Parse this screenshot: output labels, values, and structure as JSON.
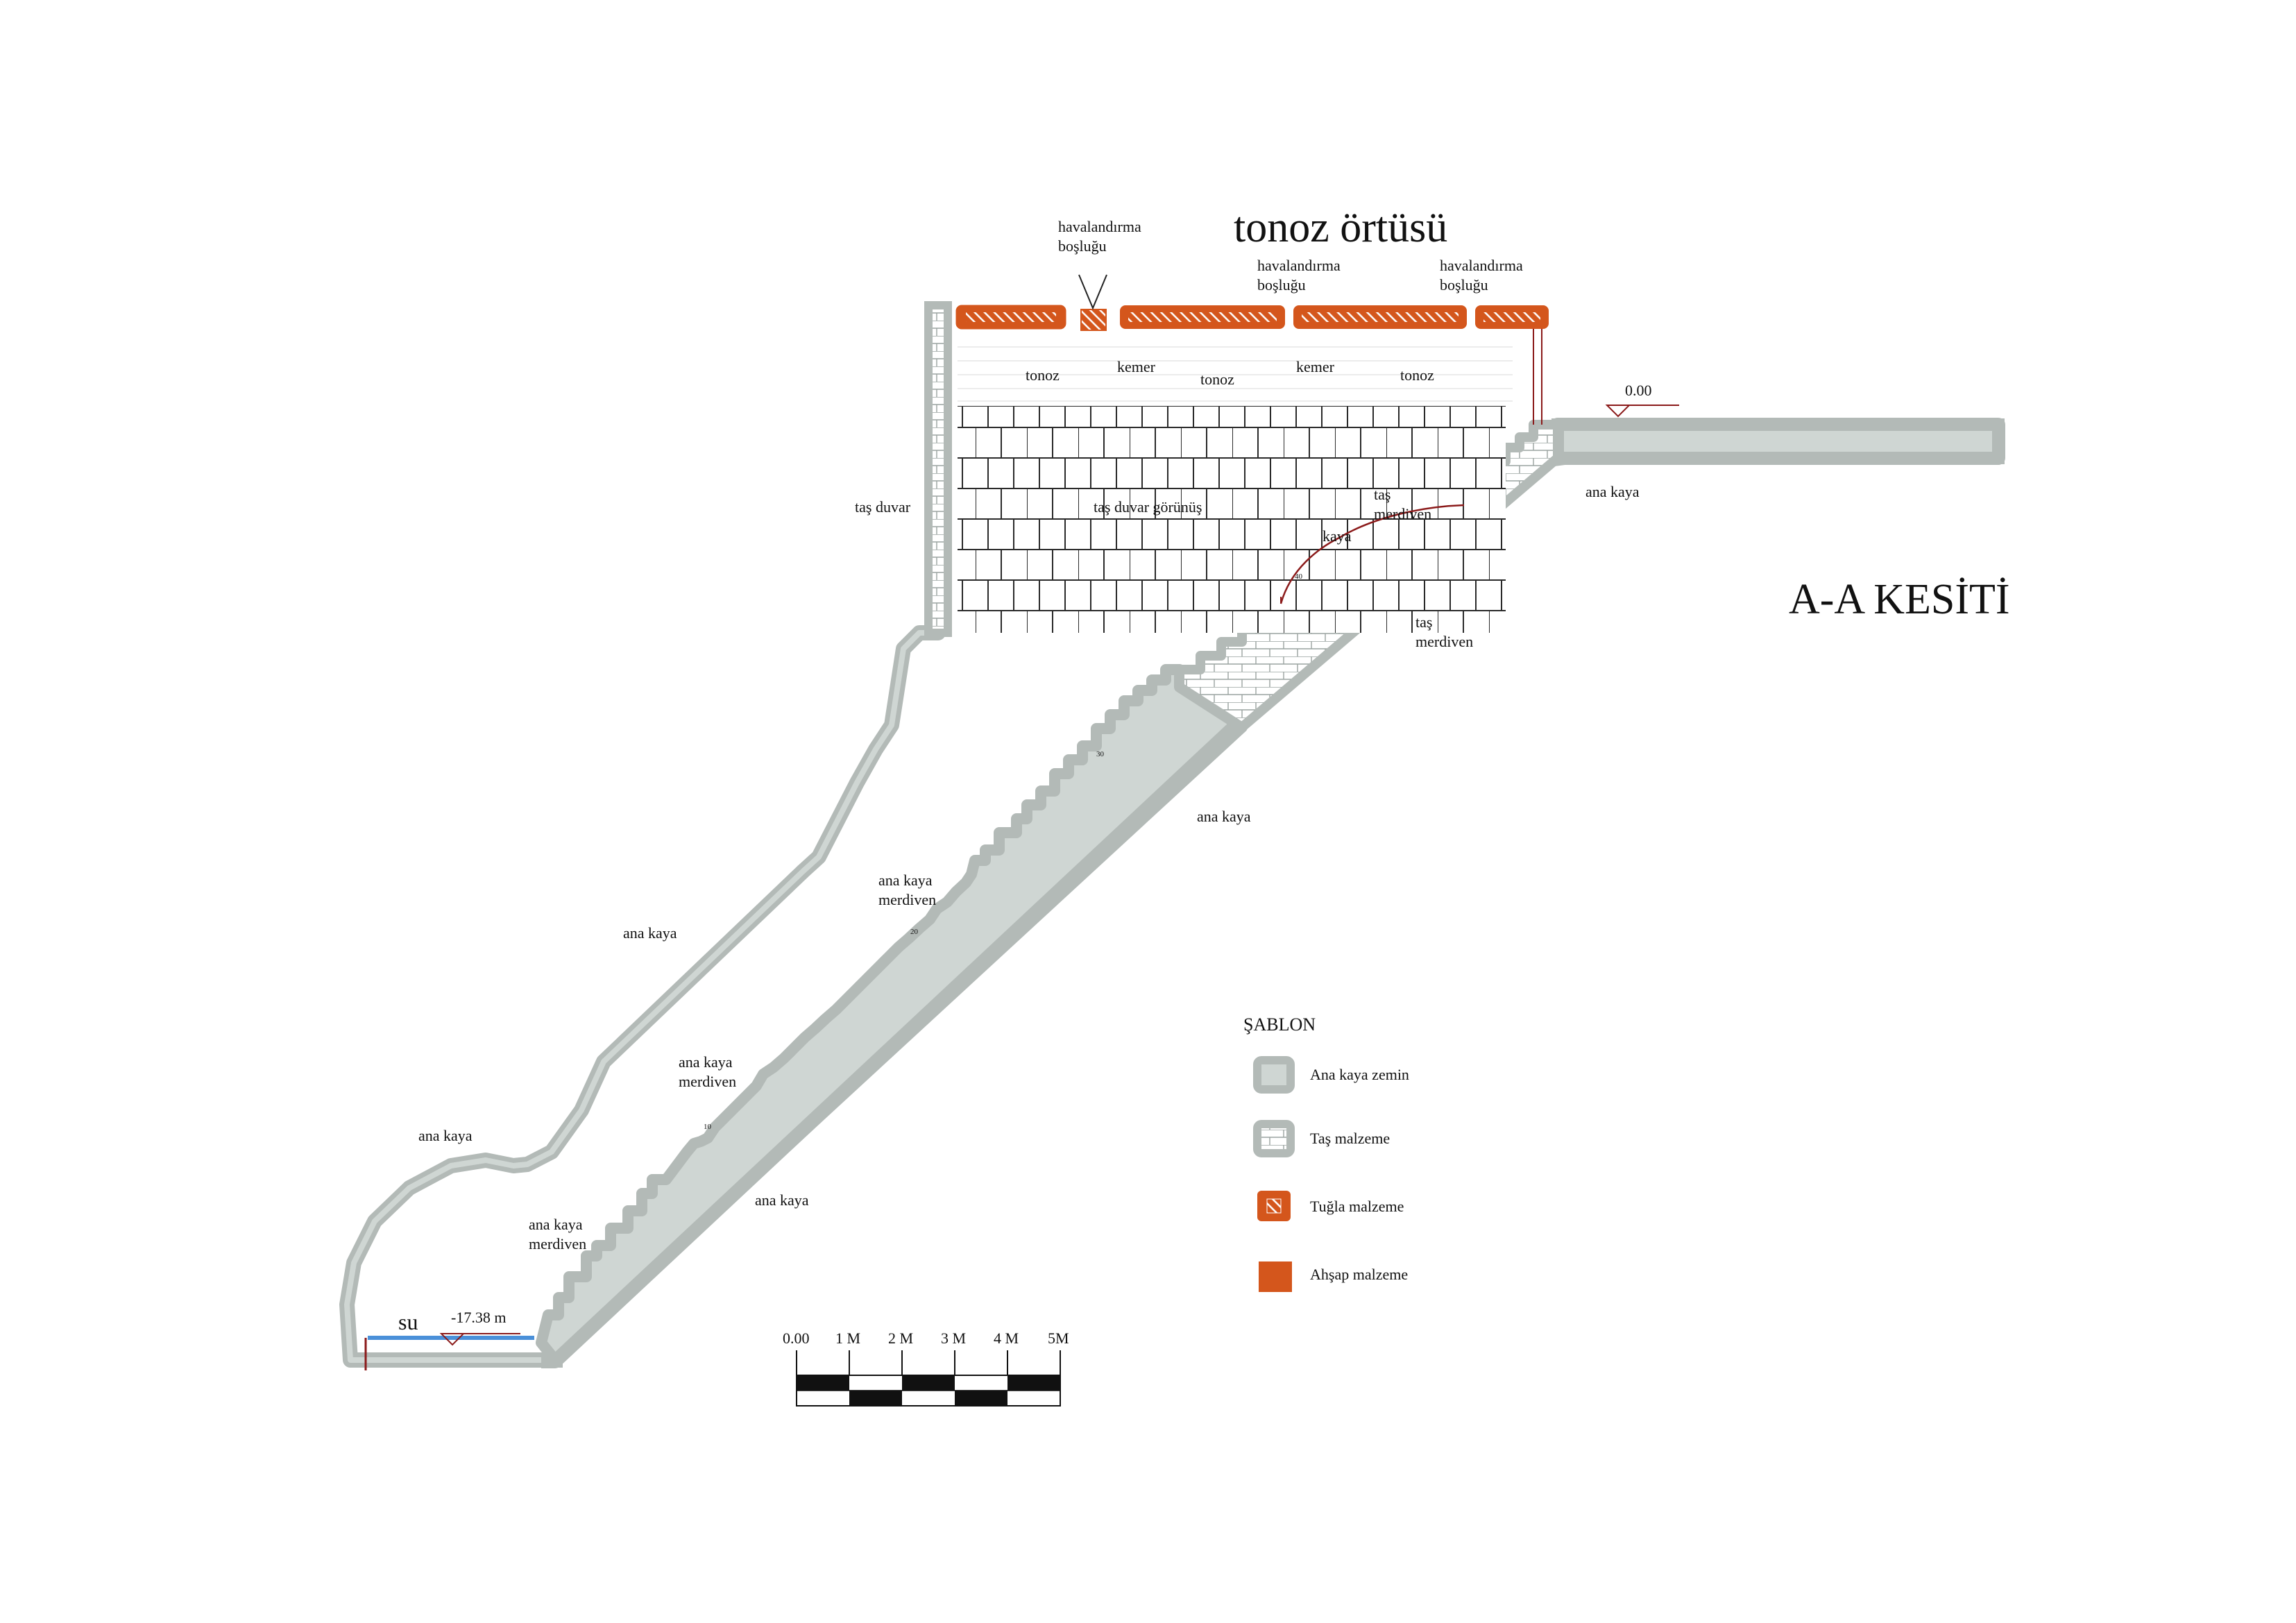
{
  "title": "tonoz örtüsü",
  "section_title": "A-A KESİTİ",
  "labels": {
    "havalandirma_1": [
      "havalandırma",
      "boşluğu"
    ],
    "havalandirma_2": [
      "havalandırma",
      "boşluğu"
    ],
    "havalandirma_3": [
      "havalandırma",
      "boşluğu"
    ],
    "tonoz_1": "tonoz",
    "tonoz_2": "tonoz",
    "tonoz_3": "tonoz",
    "kemer_1": "kemer",
    "kemer_2": "kemer",
    "tas_duvar": "taş duvar",
    "tas_duvar_gorunus": "taş duvar görünüş",
    "kaya": "kaya",
    "tas_merdiven_upper": [
      "taş",
      "merdiven"
    ],
    "tas_merdiven_right": [
      "taş",
      "merdiven"
    ],
    "ana_kaya_top_right": "ana kaya",
    "ana_kaya_mid": "ana kaya",
    "ana_kaya_left_upper": "ana kaya",
    "ana_kaya_left_lower": "ana kaya",
    "ana_kaya_bottom": "ana kaya",
    "ana_kaya_merdiven_1": [
      "ana kaya",
      "merdiven"
    ],
    "ana_kaya_merdiven_2": [
      "ana kaya",
      "merdiven"
    ],
    "ana_kaya_merdiven_3": [
      "ana kaya",
      "merdiven"
    ],
    "su": "su",
    "level_top": "0.00",
    "level_bottom": "-17.38 m",
    "step_10": "10",
    "step_20": "20",
    "step_30": "30",
    "step_40": "40"
  },
  "legend": {
    "title": "ŞABLON",
    "items": [
      {
        "label": "Ana kaya zemin",
        "swatch": "rock"
      },
      {
        "label": "Taş malzeme",
        "swatch": "stone"
      },
      {
        "label": "Tuğla malzeme",
        "swatch": "brick"
      },
      {
        "label": "Ahşap malzeme",
        "swatch": "wood"
      }
    ]
  },
  "scale_bar": {
    "ticks": [
      "0.00",
      "1 M",
      "2 M",
      "3 M",
      "4 M",
      "5M"
    ]
  },
  "colors": {
    "rock_outline": "#b3bab7",
    "rock_fill": "#cfd6d3",
    "brick": "#d4561c",
    "water": "#4a90d9",
    "marker": "#8b1a1a",
    "line": "#222222"
  }
}
